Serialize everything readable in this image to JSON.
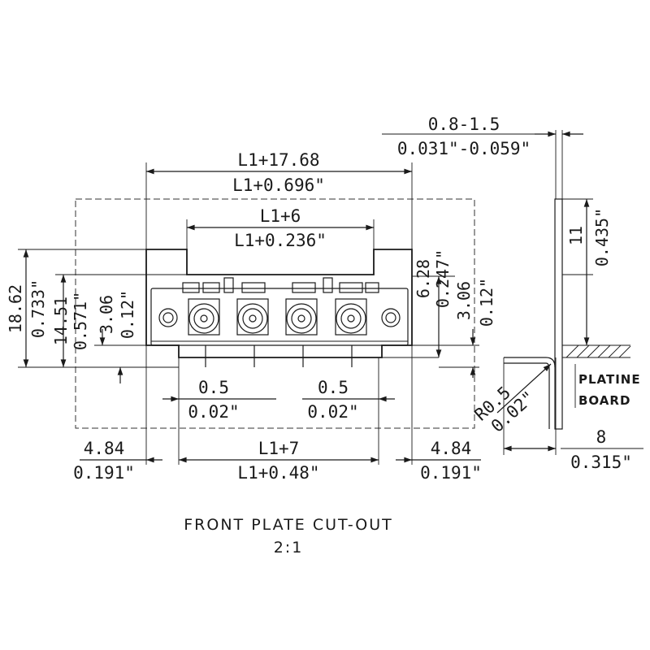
{
  "drawing": {
    "caption_title": "FRONT PLATE CUT-OUT",
    "caption_scale": "2:1",
    "labels": {
      "platine": "PLATINE",
      "board": "BOARD"
    },
    "dimensions": {
      "plate_thickness_mm": "0.8-1.5",
      "plate_thickness_in": "0.031\"-0.059\"",
      "overall_width_mm": "L1+17.68",
      "overall_width_in": "L1+0.696\"",
      "top_width_mm": "L1+6",
      "top_width_in": "L1+0.236\"",
      "height_total_mm": "18.62",
      "height_total_in": "0.733\"",
      "height_body_mm": "14.51",
      "height_body_in": "0.571\"",
      "left_offset_mm": "3.06",
      "left_offset_in": "0.12\"",
      "right_height_mm": "6.28",
      "right_height_in": "0.247\"",
      "right_offset_mm": "3.06",
      "right_offset_in": "0.12\"",
      "pin_gap_left_mm": "0.5",
      "pin_gap_left_in": "0.02\"",
      "pin_gap_right_mm": "0.5",
      "pin_gap_right_in": "0.02\"",
      "margin_left_mm": "4.84",
      "margin_left_in": "0.191\"",
      "pin_span_mm": "L1+7",
      "pin_span_in": "L1+0.48\"",
      "margin_right_mm": "4.84",
      "margin_right_in": "0.191\"",
      "side_height_mm": "11",
      "side_height_in": "0.435\"",
      "radius_mm": "R0.5",
      "radius_in": "0.02\"",
      "side_depth_mm": "8",
      "side_depth_in": "0.315\""
    }
  }
}
